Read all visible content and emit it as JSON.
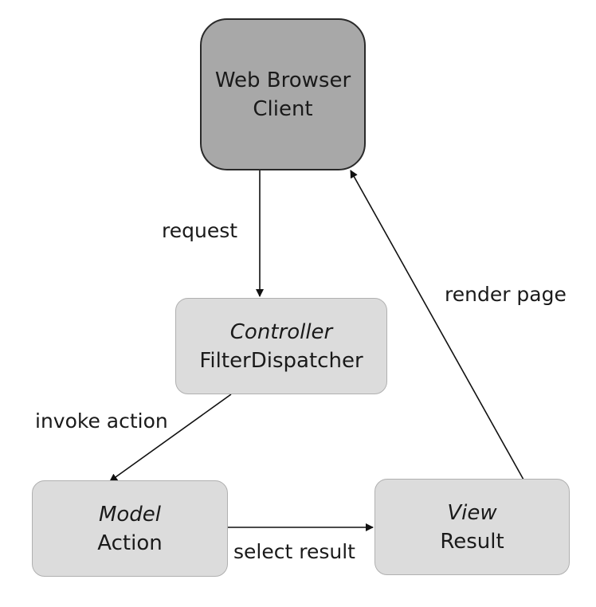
{
  "nodes": {
    "browser": {
      "line1": "Web Browser",
      "line2": "Client"
    },
    "controller": {
      "role": "Controller",
      "name": "FilterDispatcher"
    },
    "model": {
      "role": "Model",
      "name": "Action"
    },
    "view": {
      "role": "View",
      "name": "Result"
    }
  },
  "edges": {
    "request": "request",
    "render_page": "render page",
    "invoke_action": "invoke action",
    "select_result": "select result"
  },
  "colors": {
    "browser_fill": "#a8a8a8",
    "node_fill": "#dcdcdc",
    "line": "#111111"
  }
}
